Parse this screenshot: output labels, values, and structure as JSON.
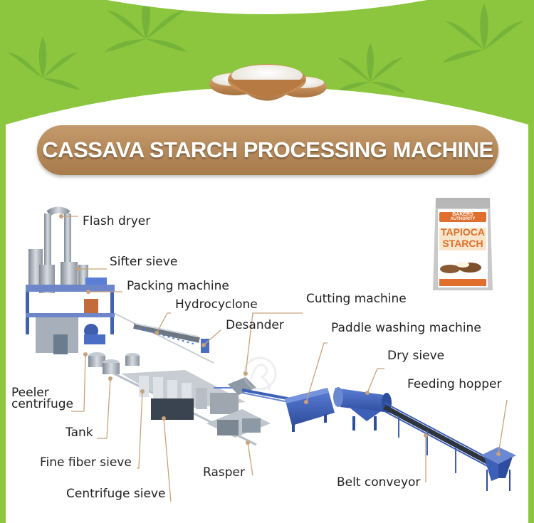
{
  "title": "CASSAVA STARCH PROCESSING MACHINE",
  "labels": {
    "flash_dryer": "Flash dryer",
    "sifter_sieve": "Sifter sieve",
    "packing_machine": "Packing machine",
    "hydrocyclone": "Hydrocyclone",
    "desander": "Desander",
    "cutting_machine": "Cutting machine",
    "paddle_washing_machine": "Paddle washing machine",
    "dry_sieve": "Dry sieve",
    "feeding_hopper": "Feeding hopper",
    "peeler_centrifuge_line1": "Peeler",
    "peeler_centrifuge_line2": "centrifuge",
    "tank": "Tank",
    "fine_fiber_sieve": "Fine fiber sieve",
    "rasper": "Rasper",
    "centrifuge_sieve": "Centrifuge sieve",
    "belt_conveyor": "Belt conveyor"
  },
  "product_package": {
    "brand_line1": "BAKERS",
    "brand_line2": "AUTHORITY",
    "name_line1": "TAPIOCA",
    "name_line2": "STARCH"
  },
  "colors": {
    "background_green": "#8cc63e",
    "banner_brown": "#b38552",
    "leader_line": "#c8a27a",
    "machine_blue": "#3c5fb8",
    "steel_gray": "#9aa3ad"
  }
}
